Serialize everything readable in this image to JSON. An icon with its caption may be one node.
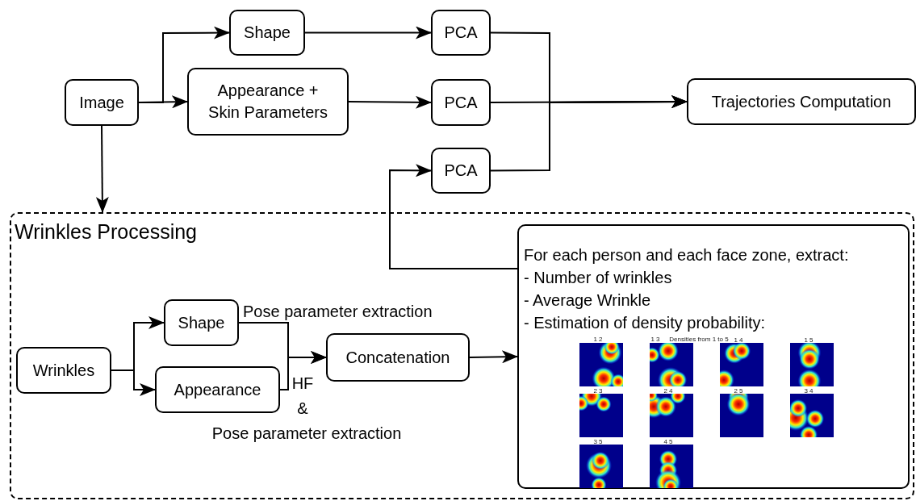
{
  "diagram": {
    "nodes": [
      {
        "text": [
          "Image"
        ]
      },
      {
        "text": [
          "Shape"
        ]
      },
      {
        "text": [
          "Appearance + Skin Parameters"
        ]
      },
      {
        "text": [
          "PCA"
        ]
      },
      {
        "text": [
          "PCA"
        ]
      },
      {
        "text": [
          "PCA"
        ]
      },
      {
        "text": [
          "Trajectories Computation"
        ]
      },
      {
        "text": [
          "Wrinkles Processing"
        ]
      },
      {
        "text": [
          "Wrinkles"
        ],
        "in": 7
      },
      {
        "text": [
          "Shape"
        ],
        "in": 7
      },
      {
        "text": [
          "Appearance"
        ],
        "in": 7
      },
      {
        "text": [
          "Concatenation"
        ],
        "in": 7
      },
      {
        "text": [
          "For each person and each face zone, extract:",
          "- Number of wrinkles",
          "- Average Wrinkle",
          "- Estimation of density probability:"
        ],
        "in": 7
      }
    ],
    "edges": [
      {
        "from": 0,
        "to": 1,
        "arrow": "to"
      },
      {
        "from": 0,
        "to": 2,
        "arrow": "to"
      },
      {
        "from": 1,
        "to": 3,
        "arrow": "to"
      },
      {
        "from": 2,
        "to": 4,
        "arrow": "to"
      },
      {
        "from": 3,
        "to": 6,
        "arrow": "to"
      },
      {
        "from": 4,
        "to": 6,
        "arrow": "to"
      },
      {
        "from": 5,
        "to": 6,
        "arrow": "to"
      },
      {
        "from": 0,
        "to": 7,
        "arrow": "to"
      },
      {
        "from": 12,
        "to": 5,
        "arrow": "to"
      },
      {
        "from": 8,
        "to": 9,
        "arrow": "to"
      },
      {
        "from": 8,
        "to": 10,
        "arrow": "to"
      },
      {
        "from": 9,
        "to": 11,
        "label": "Pose parameter extraction",
        "arrow": "to"
      },
      {
        "from": 10,
        "to": 11,
        "label": "HF & Pose parameter extraction",
        "arrow": "to"
      },
      {
        "from": 11,
        "to": 12,
        "arrow": "to"
      }
    ],
    "labels": [
      "1 2",
      "1 3",
      "Densities from 1 to 5",
      "1 4",
      "1 5",
      "2 3",
      "2 4",
      "2 5",
      "3 4",
      "3 5",
      "4 5"
    ]
  }
}
